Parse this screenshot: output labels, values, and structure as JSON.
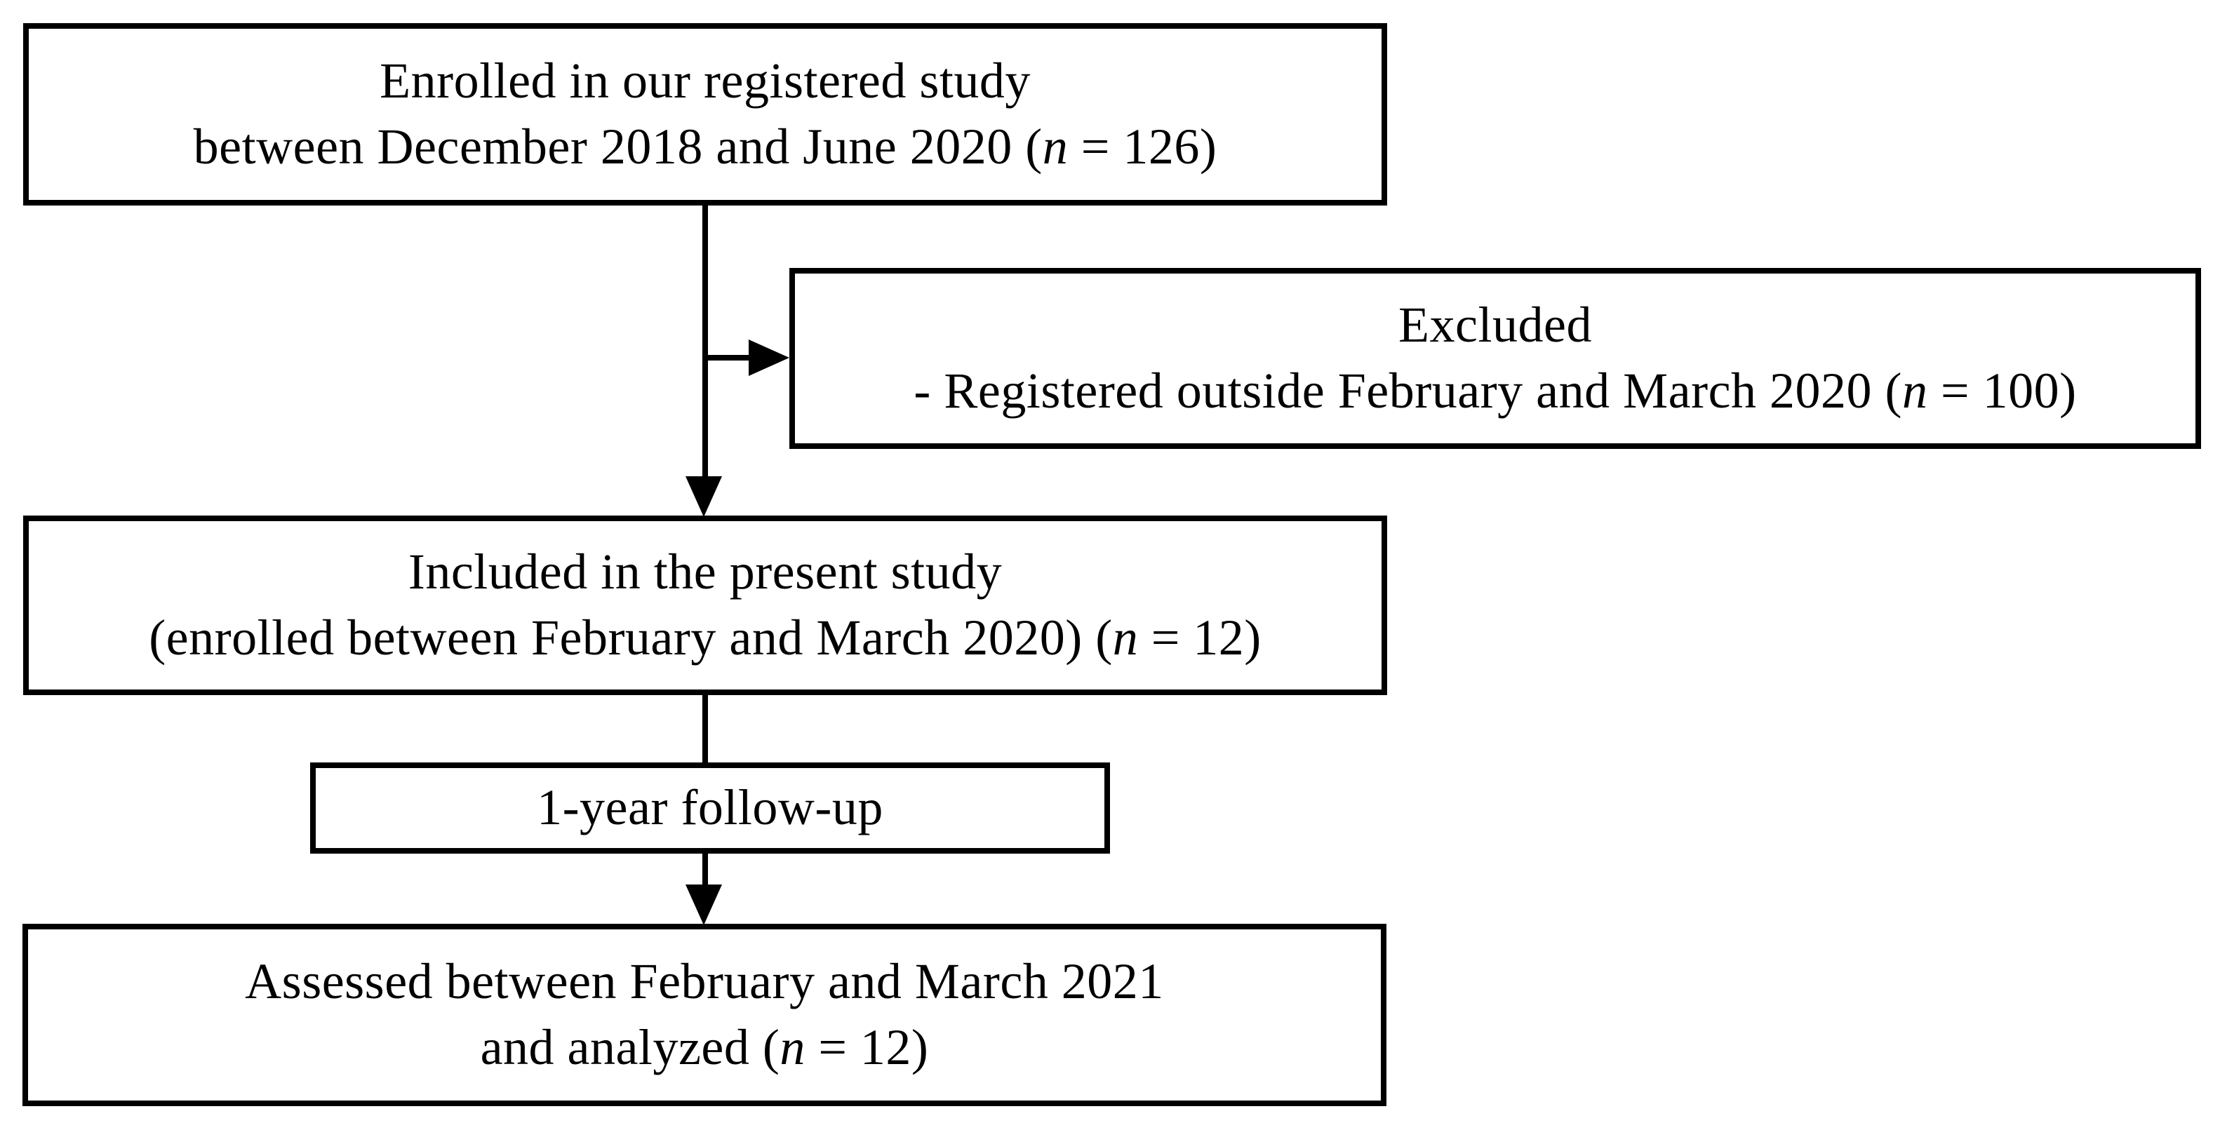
{
  "colors": {
    "border": "#000000",
    "text": "#000000",
    "background": "#ffffff"
  },
  "boxes": {
    "enrolled": {
      "line1": "Enrolled in our registered study",
      "line2_before": "between December 2018 and June 2020 (",
      "line2_italic": "n",
      "line2_after": " = 126)"
    },
    "excluded": {
      "line1": "Excluded",
      "line2_before": "- Registered outside February and March 2020 (",
      "line2_italic": "n",
      "line2_after": " = 100)"
    },
    "included": {
      "line1": "Included in the present study",
      "line2_before": "(enrolled between February and March 2020) (",
      "line2_italic": "n",
      "line2_after": " = 12)"
    },
    "followup": {
      "line1": "1-year follow-up"
    },
    "assessed": {
      "line1": "Assessed between February and March 2021",
      "line2_before": "and analyzed (",
      "line2_italic": "n",
      "line2_after": " = 12)"
    }
  }
}
